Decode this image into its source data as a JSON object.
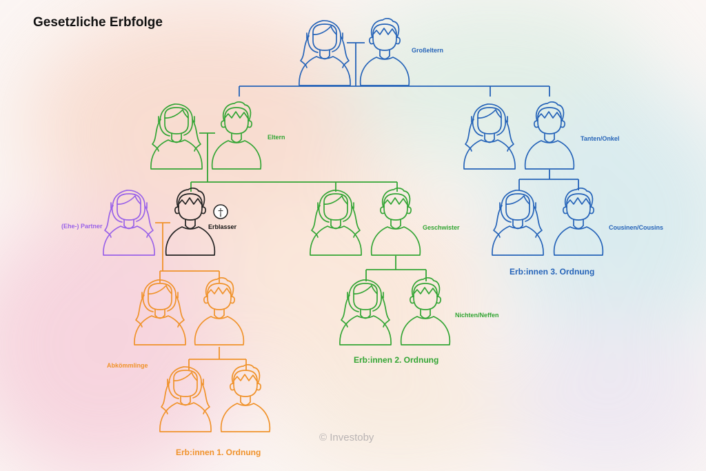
{
  "title": "Gesetzliche Erbfolge",
  "colors": {
    "blue": "#2563b8",
    "green": "#33a534",
    "orange": "#f0922a",
    "purple": "#9a62e8",
    "black": "#222222"
  },
  "labels": {
    "grosseltern": "Großeltern",
    "eltern": "Eltern",
    "tanten_onkel": "Tanten/Onkel",
    "partner": "(Ehe-) Partner",
    "erblasser": "Erblasser",
    "geschwister": "Geschwister",
    "cousinen": "Cousinen/Cousins",
    "abkoemmlinge": "Abkömmlinge",
    "nichten_neffen": "Nichten/Neffen"
  },
  "orders": {
    "first": "Erb:innen 1. Ordnung",
    "second": "Erb:innen 2. Ordnung",
    "third": "Erb:innen 3. Ordnung"
  },
  "death_symbol": "†",
  "copyright": "© Investoby"
}
